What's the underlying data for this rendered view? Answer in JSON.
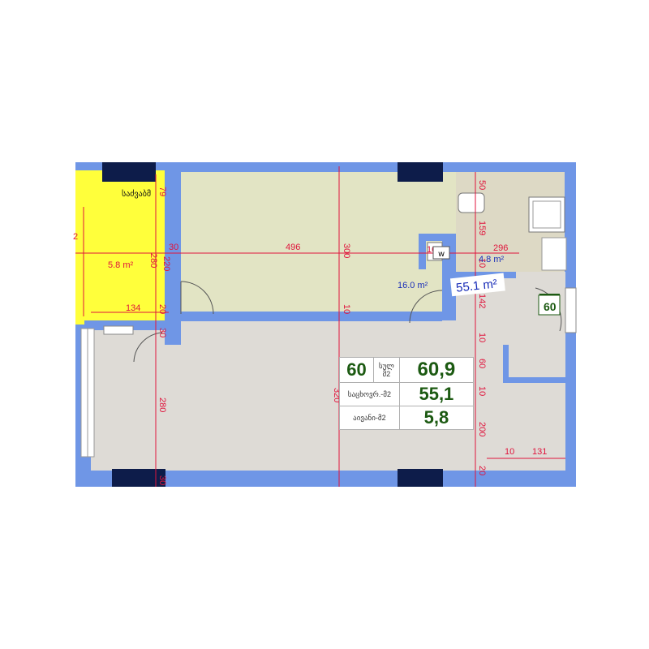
{
  "plan": {
    "dimensions": {
      "d496": "496",
      "d300": "300",
      "d30a": "30",
      "d220": "220",
      "d280a": "280",
      "d79": "79",
      "d134": "134",
      "d20a": "20",
      "d30b": "30",
      "d10a": "10",
      "d10b": "10",
      "d50": "50",
      "d159": "159",
      "d296": "296",
      "d10c": "10",
      "d142": "142",
      "d10d": "10",
      "d60": "60",
      "d10e": "10",
      "d200": "200",
      "d10f": "10",
      "d131": "131",
      "d20b": "20",
      "d280b": "280",
      "d320": "320",
      "d30c": "30",
      "d2": "2"
    },
    "rooms": {
      "balcony_name": "საძვაბმ",
      "balcony_area": "5.8 m²",
      "living_area": "16.0 m²",
      "bath_area": "4.8 m²",
      "total_area_tag": "55.1 m²",
      "wc_label": "w",
      "apt_badge": "60"
    }
  },
  "info_table": {
    "apartment_number": "60",
    "total_label_line1": "სულ",
    "total_label_line2": "მ2",
    "total_value": "60,9",
    "living_label": "საცხოვრ.-მ2",
    "living_value": "55,1",
    "balcony_label": "აივანი-მ2",
    "balcony_value": "5,8"
  },
  "colors": {
    "wall": "#6f96e6",
    "column": "#0d1c4a",
    "balcony": "#ffff3b",
    "living": "#e2e4c4",
    "floor": "#dedbd6",
    "bathroom": "#ddd9c5",
    "dimension": "#e0143c",
    "label_blue": "#1a2eb8",
    "badge_green": "#1c5a12"
  }
}
